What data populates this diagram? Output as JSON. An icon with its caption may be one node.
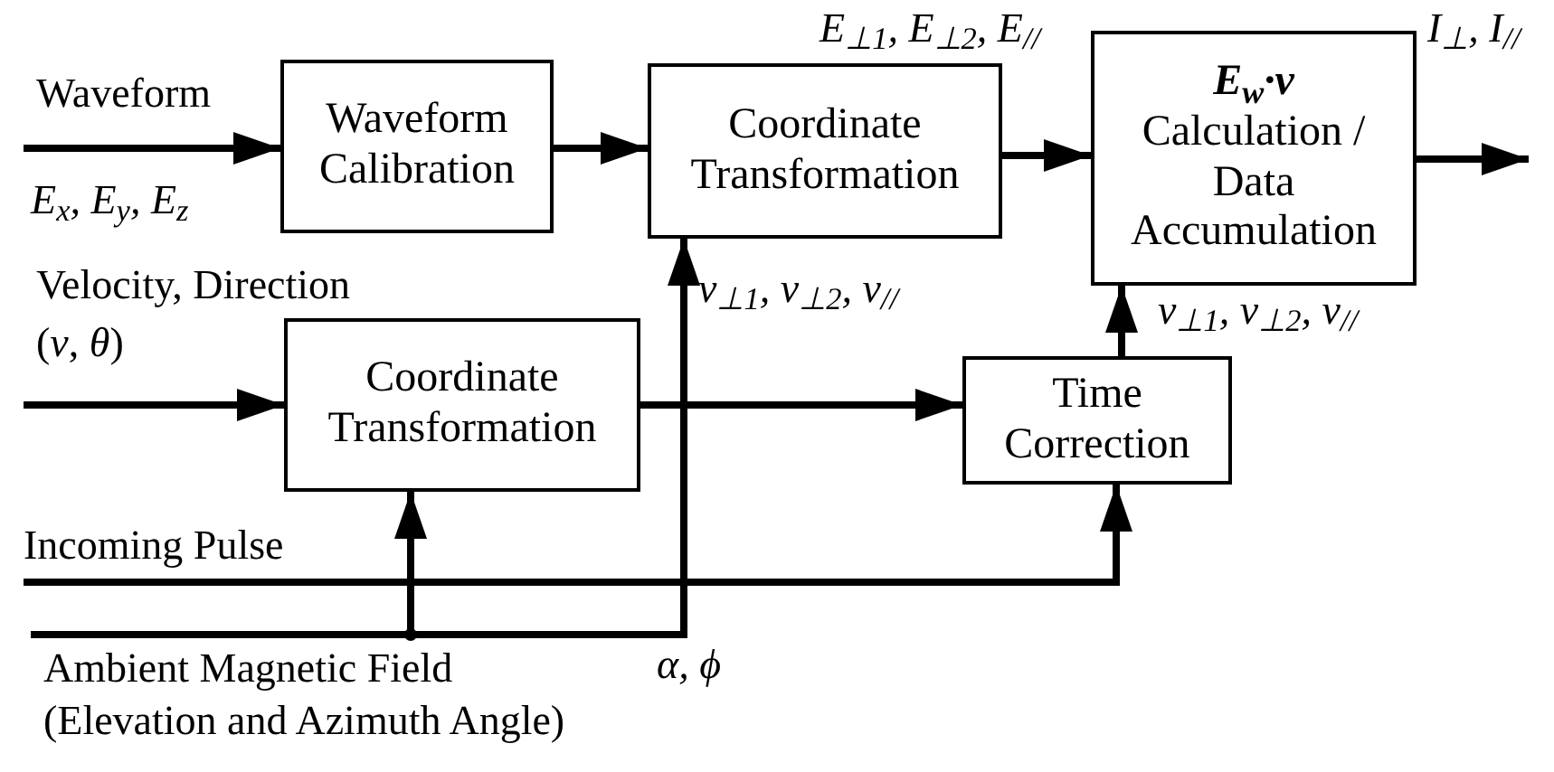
{
  "diagram": {
    "nodes": [
      {
        "text": [
          "Waveform Calibration"
        ]
      },
      {
        "text": [
          "Coordinate Transformation"
        ]
      },
      {
        "text": [
          "E$_{w}$·v",
          "Calculation / Data Accumulation"
        ]
      },
      {
        "text": [
          "Coordinate Transformation"
        ]
      },
      {
        "text": [
          "Time Correction"
        ]
      }
    ],
    "edges": [
      {
        "from": null,
        "to": 0,
        "arrow": "to"
      },
      {
        "from": 0,
        "to": 1,
        "arrow": "to"
      },
      {
        "from": 1,
        "to": 2,
        "arrow": "to"
      },
      {
        "from": 2,
        "to": null,
        "arrow": "to"
      },
      {
        "from": null,
        "to": 3,
        "arrow": "to"
      },
      {
        "from": 3,
        "to": 4,
        "arrow": "to"
      },
      {
        "from": 4,
        "to": 2,
        "arrow": "to"
      },
      {
        "from": null,
        "to": 4,
        "arrow": "to"
      },
      {
        "from": null,
        "to": 3,
        "arrow": "to"
      },
      {
        "from": null,
        "to": 1,
        "arrow": "to"
      }
    ],
    "labels": [
      "Waveform",
      "E$_{x}$, E$_{y}$, E$_{z}$",
      "E$_{⊥1}$, E$_{⊥2}$, E$_{//}$",
      "I$_{⊥}$, I$_{//}$",
      "Velocity, Direction",
      "(*v*, *θ*)",
      "v$_{⊥1}$, v$_{⊥2}$, v$_{//}$",
      "v$_{⊥1}$, v$_{⊥2}$, v$_{//}$",
      "Incoming Pulse",
      "Ambient Magnetic Field (Elevation and Azimuth Angle)",
      "α, ϕ"
    ]
  }
}
